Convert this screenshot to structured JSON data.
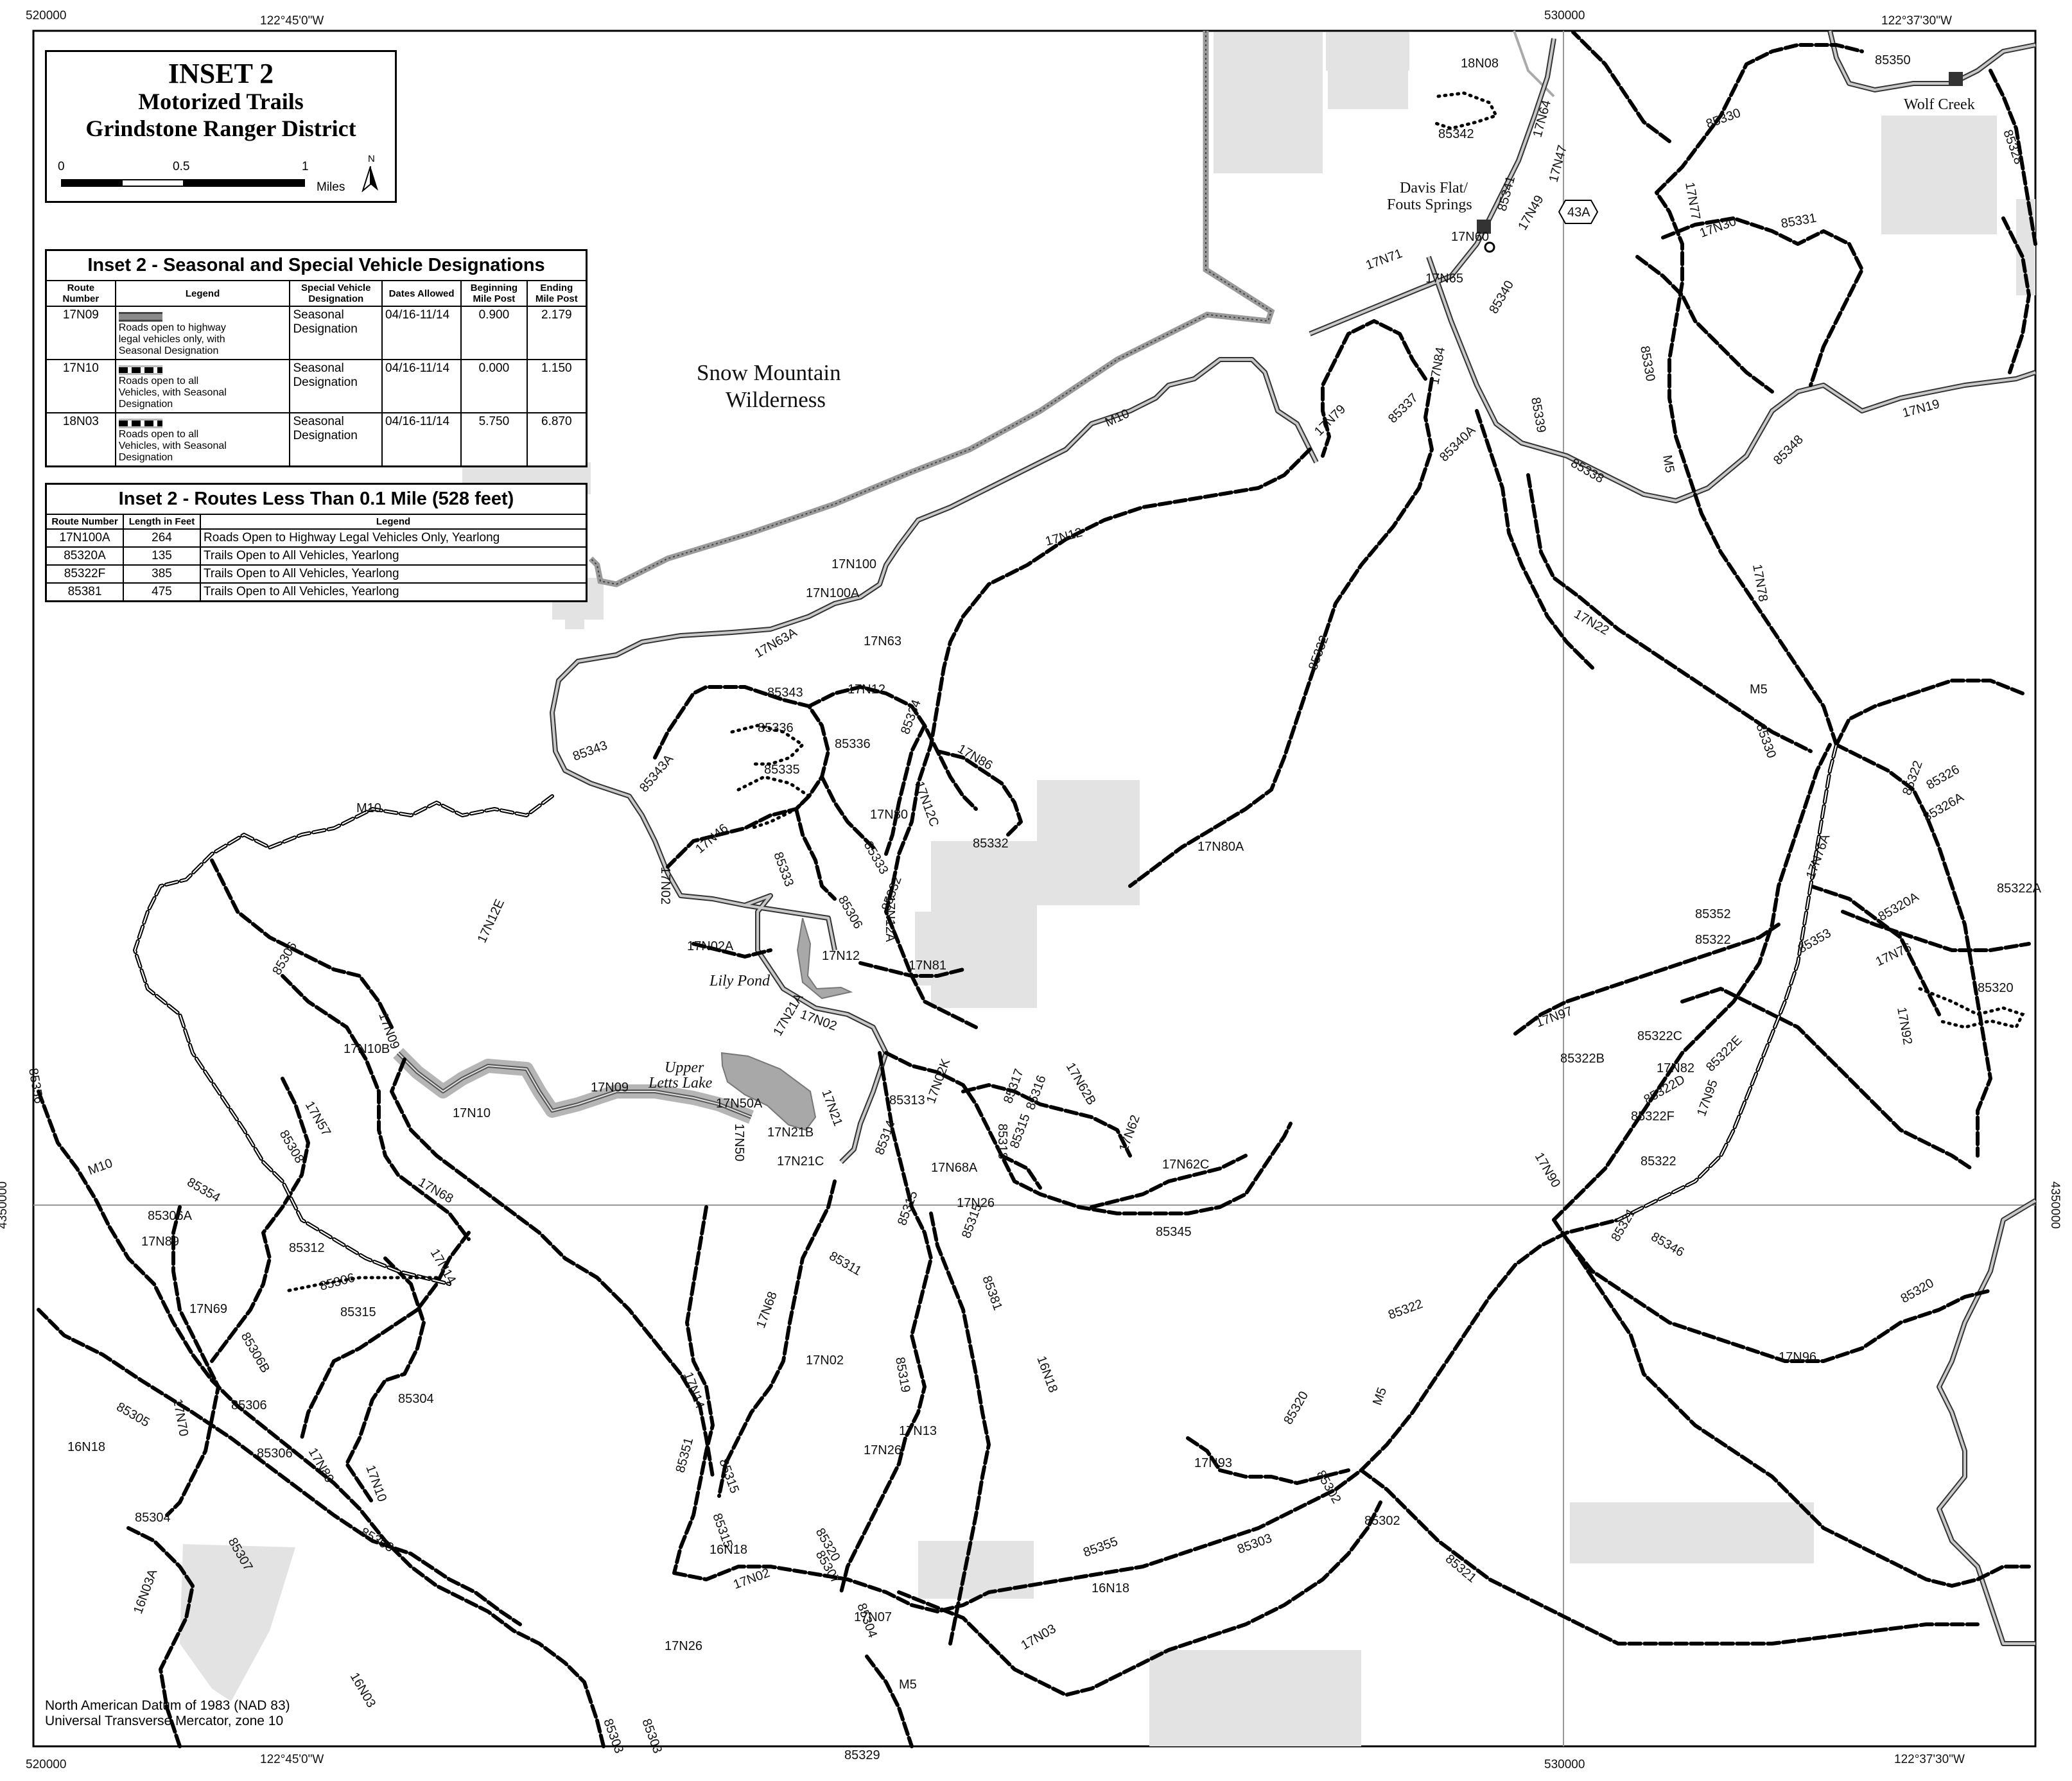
{
  "map": {
    "title": "INSET 2",
    "subtitle_line1": "Motorized Trails",
    "subtitle_line2": "Grindstone Ranger District",
    "scale": {
      "ticks": [
        "0",
        "0.5",
        "1"
      ],
      "unit": "Miles",
      "north": "N"
    },
    "datum_line1": "North American Datum of 1983 (NAD 83)",
    "datum_line2": "Universal Transverse Mercator, zone 10",
    "frame_labels": {
      "top_left_easting": "520000",
      "top_lon_left": "122°45'0\"W",
      "top_mid_easting": "530000",
      "top_lon_right": "122°37'30\"W",
      "bottom_left_easting": "520000",
      "bottom_lon_left": "122°45'0\"W",
      "bottom_mid_easting": "530000",
      "bottom_lon_right": "122°37'30\"W",
      "left_northing": "4350000",
      "right_northing": "4350000"
    },
    "colors": {
      "road_highway": "#8a8a8a",
      "trail": "#000000",
      "private_land": "#e3e3e3",
      "lake": "#a8a8a8"
    }
  },
  "seasonal_table": {
    "caption": "Inset 2 - Seasonal and Special Vehicle Designations",
    "headers": [
      "Route Number",
      "Legend",
      "Special Vehicle Designation",
      "Dates Allowed",
      "Beginning Mile Post",
      "Ending Mile Post"
    ],
    "rows": [
      {
        "route": "17N09",
        "legend": "Roads open to highway legal vehicles only, with Seasonal Designation",
        "designation": "Seasonal Designation",
        "dates": "04/16-11/14",
        "begin": "0.900",
        "end": "2.179"
      },
      {
        "route": "17N10",
        "legend": "Roads open to all Vehicles, with Seasonal Designation",
        "designation": "Seasonal Designation",
        "dates": "04/16-11/14",
        "begin": "0.000",
        "end": "1.150"
      },
      {
        "route": "18N03",
        "legend": "Roads open to all Vehicles, with Seasonal Designation",
        "designation": "Seasonal Designation",
        "dates": "04/16-11/14",
        "begin": "5.750",
        "end": "6.870"
      }
    ]
  },
  "short_routes_table": {
    "caption": "Inset 2 - Routes Less Than 0.1 Mile (528 feet)",
    "headers": [
      "Route Number",
      "Length in Feet",
      "Legend"
    ],
    "rows": [
      {
        "route": "17N100A",
        "length": "264",
        "legend": "Roads Open to Highway Legal Vehicles Only, Yearlong"
      },
      {
        "route": "85320A",
        "length": "135",
        "legend": "Trails Open to All Vehicles, Yearlong"
      },
      {
        "route": "85322F",
        "length": "385",
        "legend": "Trails Open to All Vehicles, Yearlong"
      },
      {
        "route": "85381",
        "length": "475",
        "legend": "Trails Open to All Vehicles, Yearlong"
      }
    ]
  },
  "places": {
    "wilderness_line1": "Snow Mountain",
    "wilderness_line2": "Wilderness",
    "davis_flat_line1": "Davis Flat/",
    "davis_flat_line2": "Fouts Springs",
    "wolf_creek": "Wolf Creek",
    "lily_pond": "Lily Pond",
    "upper_letts_line1": "Upper",
    "upper_letts_line2": "Letts Lake",
    "hwy_shield": "43A"
  },
  "route_labels": [
    "18N08",
    "85342",
    "17N64",
    "17N47",
    "17N49",
    "85341",
    "17N60",
    "17N71",
    "17N65",
    "85340",
    "17N84",
    "85337",
    "17N79",
    "85340A",
    "85339",
    "85350",
    "85330",
    "17N77",
    "17N30",
    "85331",
    "85328",
    "85330",
    "M5",
    "17N19",
    "85348",
    "85338",
    "17N78",
    "M10",
    "17N12",
    "17N100",
    "17N100A",
    "17N63A",
    "17N63",
    "85332",
    "17N22",
    "M5",
    "85330",
    "85343",
    "17N12",
    "85334",
    "85336",
    "85336",
    "17N86",
    "85343",
    "85343A",
    "85335",
    "17N12C",
    "17N80",
    "85332",
    "17N80A",
    "85333",
    "M10",
    "17N46",
    "85333",
    "17N02",
    "85332",
    "85306",
    "17N12A",
    "17N12E",
    "17N02A",
    "17N12",
    "17N81",
    "85306",
    "17N09",
    "17N10B",
    "17N21A",
    "17N02",
    "17N62B",
    "17N09",
    "17N10",
    "17N57",
    "85308",
    "17N21",
    "17N50A",
    "17N21B",
    "17N50",
    "17N21C",
    "85313",
    "17N02K",
    "85317",
    "85316",
    "85318",
    "85314",
    "17N68A",
    "85315",
    "17N62",
    "85315",
    "17N62C",
    "85345",
    "85356",
    "M10",
    "85354",
    "85306A",
    "17N68",
    "85315",
    "17N26",
    "17N89",
    "85312",
    "85306",
    "17N14",
    "85311",
    "17N68",
    "85381",
    "17N02",
    "85319",
    "17N69",
    "85306B",
    "85315",
    "16N18",
    "17N70",
    "85306",
    "85304",
    "85305",
    "16N18",
    "85306",
    "17N89",
    "17N10",
    "17N14",
    "85351",
    "85315",
    "85315",
    "17N26",
    "17N13",
    "85304",
    "85307",
    "85303",
    "16N18",
    "85320",
    "17N02",
    "85355",
    "85303",
    "85307",
    "85304",
    "16N18",
    "17N07",
    "17N26",
    "16N03A",
    "16N03",
    "85303",
    "85303",
    "M5",
    "85329",
    "17N03",
    "85322",
    "85326",
    "85326A",
    "17N76A",
    "85322A",
    "85320A",
    "85352",
    "85322",
    "85353",
    "17N76",
    "85320",
    "17N92",
    "17N97",
    "85322C",
    "85322B",
    "17N82",
    "85322E",
    "85322D",
    "85322F",
    "17N95",
    "85322",
    "17N90",
    "85321",
    "85346",
    "85320",
    "17N96",
    "85322",
    "85320",
    "M5",
    "17N93",
    "85302",
    "85302",
    "85321"
  ]
}
